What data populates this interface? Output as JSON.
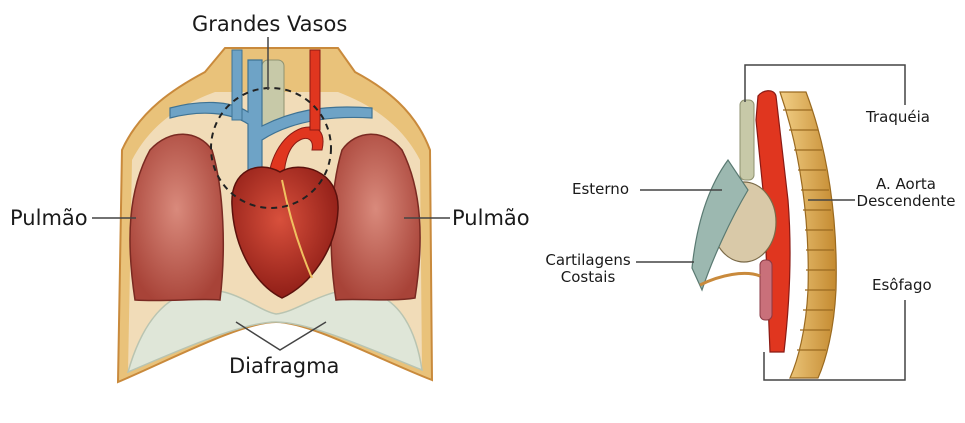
{
  "left_figure": {
    "labels": {
      "grandes_vasos": "Grandes Vasos",
      "pulmao_left": "Pulmão",
      "pulmao_right": "Pulmão",
      "diafragma": "Diafragma"
    }
  },
  "right_figure": {
    "labels": {
      "traqueia": "Traquéia",
      "aorta_line1": "A. Aorta",
      "aorta_line2": "Descendente",
      "esterno": "Esterno",
      "cartilagens_line1": "Cartilagens",
      "cartilagens_line2": "Costais",
      "esofago": "Esôfago"
    }
  },
  "colors": {
    "lung": "#b5524a",
    "lung_light": "#d98a7c",
    "heart": "#a8241c",
    "aorta": "#e0361f",
    "vessel_blue": "#6ea3c6",
    "diaphragm": "#dfe6d8",
    "fat": "#e8b04a",
    "spine": "#d9a24a",
    "leader": "#444444"
  }
}
